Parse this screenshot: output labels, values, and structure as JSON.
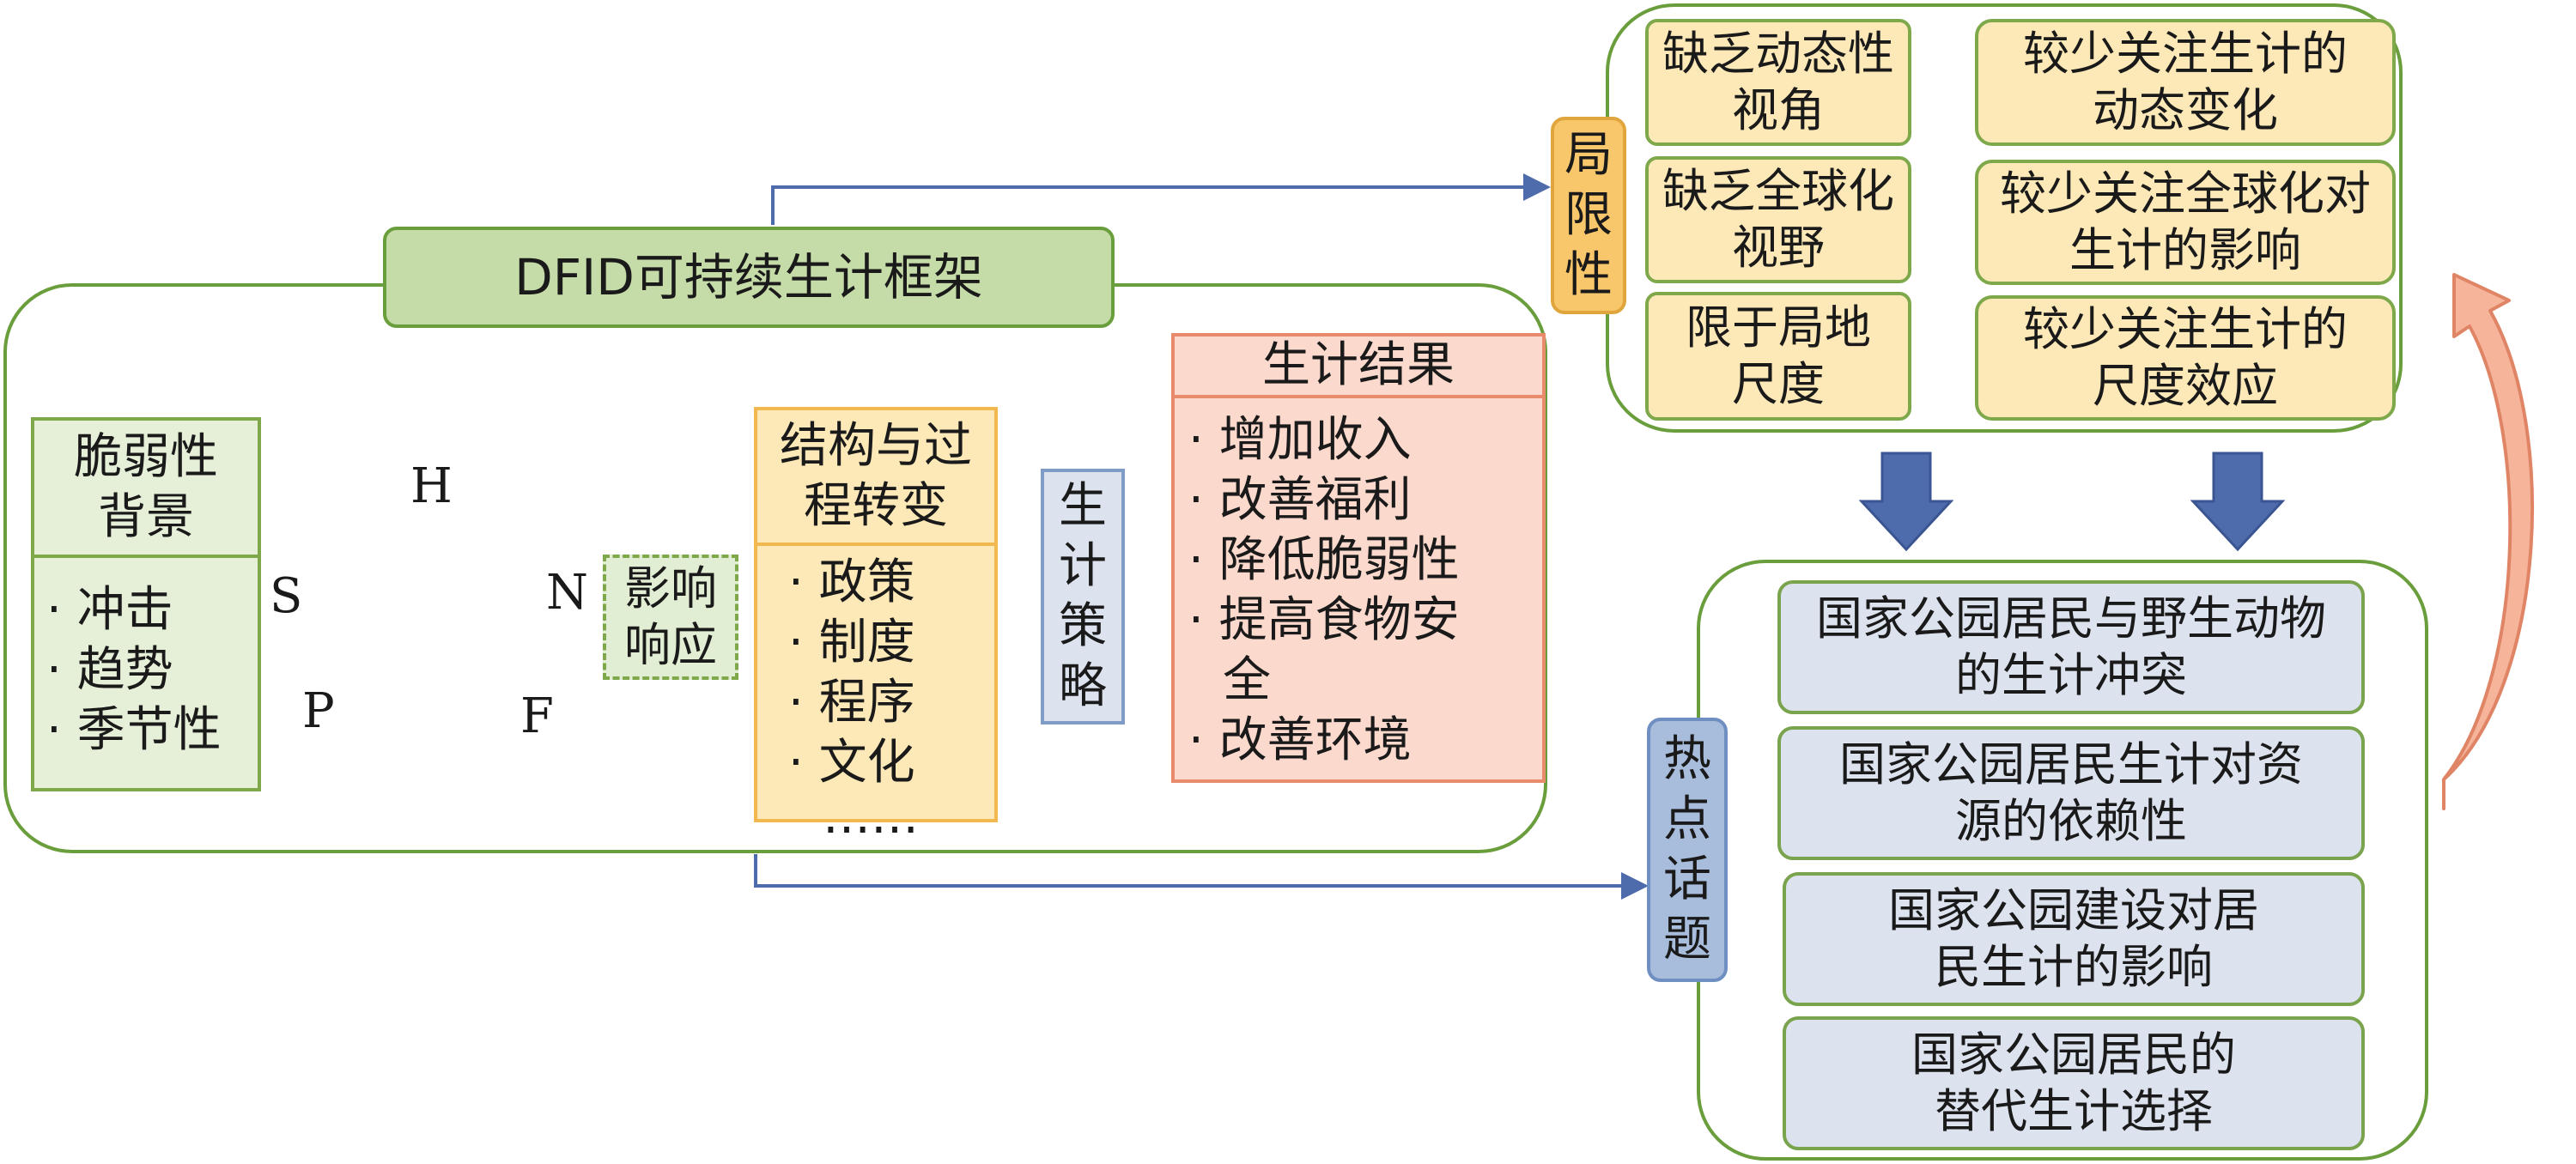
{
  "framework_title": "DFID可持续生计框架",
  "vulnerability": {
    "title": "脆弱性背景",
    "items": [
      "冲击",
      "趋势",
      "季节性"
    ]
  },
  "capitals": {
    "H": "H",
    "N": "N",
    "F": "F",
    "P": "P",
    "S": "S"
  },
  "influence": "影响响应",
  "structures": {
    "title": "结构与过程转变",
    "items": [
      "政策",
      "制度",
      "程序",
      "文化",
      "……"
    ]
  },
  "strategies": "生计策略",
  "outcomes": {
    "title": "生计结果",
    "items": [
      "增加收入",
      "改善福利",
      "降低脆弱性",
      "提高食物安全",
      "改善环境"
    ]
  },
  "limitations": {
    "label": "局限性",
    "rows": [
      {
        "left": "缺乏动态性视角",
        "right": "较少关注生计的动态变化"
      },
      {
        "left": "缺乏全球化视野",
        "right": "较少关注全球化对生计的影响"
      },
      {
        "left": "限于局地尺度",
        "right": "较少关注生计的尺度效应"
      }
    ]
  },
  "hotspots": {
    "label": "热点话题",
    "items": [
      "国家公园居民与野生动物的生计冲突",
      "国家公园居民生计对资源的依赖性",
      "国家公园建设对居民生计的影响",
      "国家公园居民的替代生计选择"
    ]
  },
  "colors": {
    "green_border": "#6a9e3c",
    "green_fill": "#c5dca8",
    "orange_fill": "#fde9b8",
    "salmon_fill": "#fbd9cd",
    "blue_arrow": "#4e6cab",
    "pentagon": "#f7b99b",
    "red_arrow": "#e53935"
  }
}
